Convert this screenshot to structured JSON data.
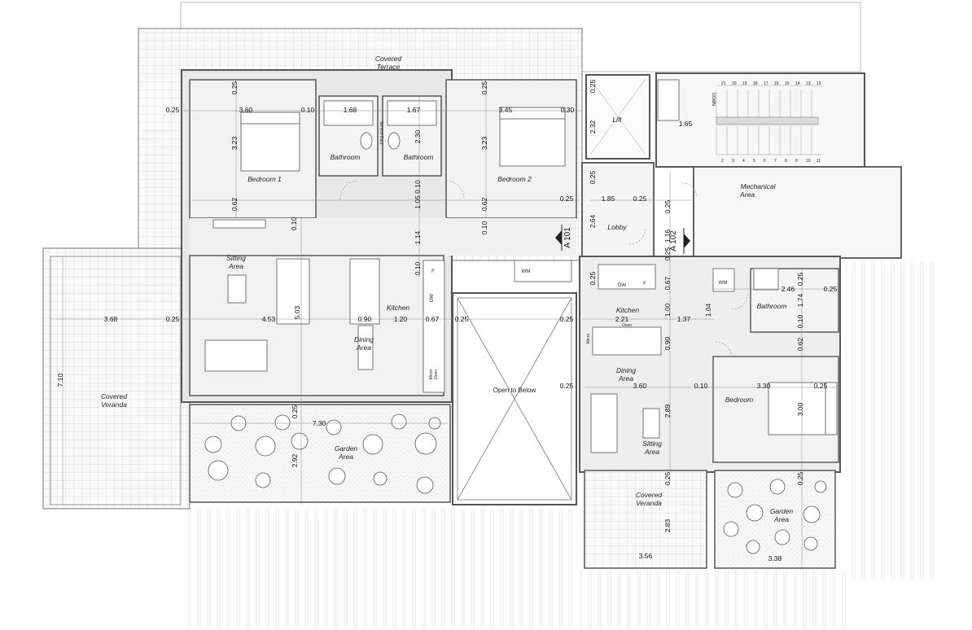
{
  "rooms": {
    "covered_terrace_line1": "Covered",
    "covered_terrace_line2": "Terrace",
    "bedroom1": "Bedroom 1",
    "bedroom2": "Bedroom 2",
    "bathroom_left": "Bathroom",
    "bathroom_right": "Bathroom",
    "sitting_area_left_line1": "Sitting",
    "sitting_area_left_line2": "Area",
    "kitchen_left": "Kitchen",
    "dining_area_left_line1": "Dining",
    "dining_area_left_line2": "Area",
    "covered_veranda_left_line1": "Covered",
    "covered_veranda_left_line2": "Veranda",
    "garden_area_left_line1": "Garden",
    "garden_area_left_line2": "Area",
    "open_to_below": "Open to Below",
    "lift": "Lift",
    "lobby": "Lobby",
    "mechanical_area_line1": "Mechanical",
    "mechanical_area_line2": "Area",
    "kitchen_right": "Kitchen",
    "dining_area_right_line1": "Dining",
    "dining_area_right_line2": "Area",
    "bathroom_right_unit": "Bathroom",
    "bedroom_right_unit": "Bedroom",
    "sitting_area_right_line1": "Sitting",
    "sitting_area_right_line2": "Area",
    "covered_veranda_right_line1": "Covered",
    "covered_veranda_right_line2": "Veranda",
    "garden_area_right_line1": "Garden",
    "garden_area_right_line2": "Area"
  },
  "fixtures": {
    "wm_left": "WM",
    "wm_right": "WM",
    "dw_left": "DW",
    "dw_right": "DW",
    "f_left": "F",
    "f_right": "F",
    "micro_oven_left_line1": "Micro",
    "micro_oven_left_line2": "Oven",
    "micro_right": "Micro",
    "oven_right": "Oven",
    "down_label": "DOWN",
    "service_duct": "Service Duct"
  },
  "section_markers": {
    "a101": "A 101",
    "a102": "A 102"
  },
  "stair_numbers": {
    "top": [
      "21",
      "20",
      "19",
      "18",
      "17",
      "16",
      "15",
      "14",
      "13",
      "12"
    ],
    "bottom": [
      "2",
      "3",
      "4",
      "5",
      "6",
      "7",
      "8",
      "9",
      "10",
      "11"
    ]
  },
  "dimensions": {
    "d_025_tl": "0.25",
    "d_360": "3.60",
    "d_010_a": "0.10",
    "d_168": "1.68",
    "d_167": "1.67",
    "d_025_b1": "0.25",
    "d_025_b2": "0.25",
    "d_323_a": "3.23",
    "d_230": "2.30",
    "d_345": "3.45",
    "d_030": "0.30",
    "d_323_b": "3.23",
    "d_025_lift": "0.25",
    "d_232": "2.32",
    "d_165": "1.65",
    "d_062_a": "0.62",
    "d_105_010": "1.05  0.10",
    "d_062_b": "0.62",
    "d_025_c": "0.25",
    "d_025_d": "0.25",
    "d_185": "1.85",
    "d_025_e": "0.25",
    "d_025_f": "0.25",
    "d_010_b": "0.10",
    "d_010_c": "0.10",
    "d_114": "1.14",
    "d_264": "2.64",
    "d_116": "1.16",
    "d_025_g": "0.25",
    "d_010_d": "0.10",
    "d_067": "0.67",
    "d_025_h": "0.25",
    "d_246": "2.46",
    "d_025_i": "0.25",
    "d_025_j": "0.25",
    "d_174": "1.74",
    "d_368": "3.68",
    "d_025_k": "0.25",
    "d_453": "4.53",
    "d_503": "5.03",
    "d_090_a": "0.90",
    "d_120": "1.20",
    "d_067_b": "0.67",
    "d_025_l": "0.25",
    "d_025_m": "0.25",
    "d_100": "1.00",
    "d_137": "1.37",
    "d_104": "1.04",
    "d_221": "2.21",
    "d_010_e": "0.10",
    "d_090_b": "0.90",
    "d_062_c": "0.62",
    "d_710": "7.10",
    "d_025_n": "0.25",
    "d_360_b": "3.60",
    "d_010_f": "0.10",
    "d_330": "3.30",
    "d_025_o": "0.25",
    "d_025_p": "0.25",
    "d_730": "7.30",
    "d_289": "2.89",
    "d_300": "3.00",
    "d_292": "2.92",
    "d_025_q": "0.25",
    "d_025_r": "0.25",
    "d_283": "2.83",
    "d_356": "3.56",
    "d_338": "3.38"
  },
  "colors": {
    "wall": "#555555",
    "floor_shadow": "#e6e6e6",
    "tile_line": "#bbbbbb",
    "background": "#ffffff"
  }
}
